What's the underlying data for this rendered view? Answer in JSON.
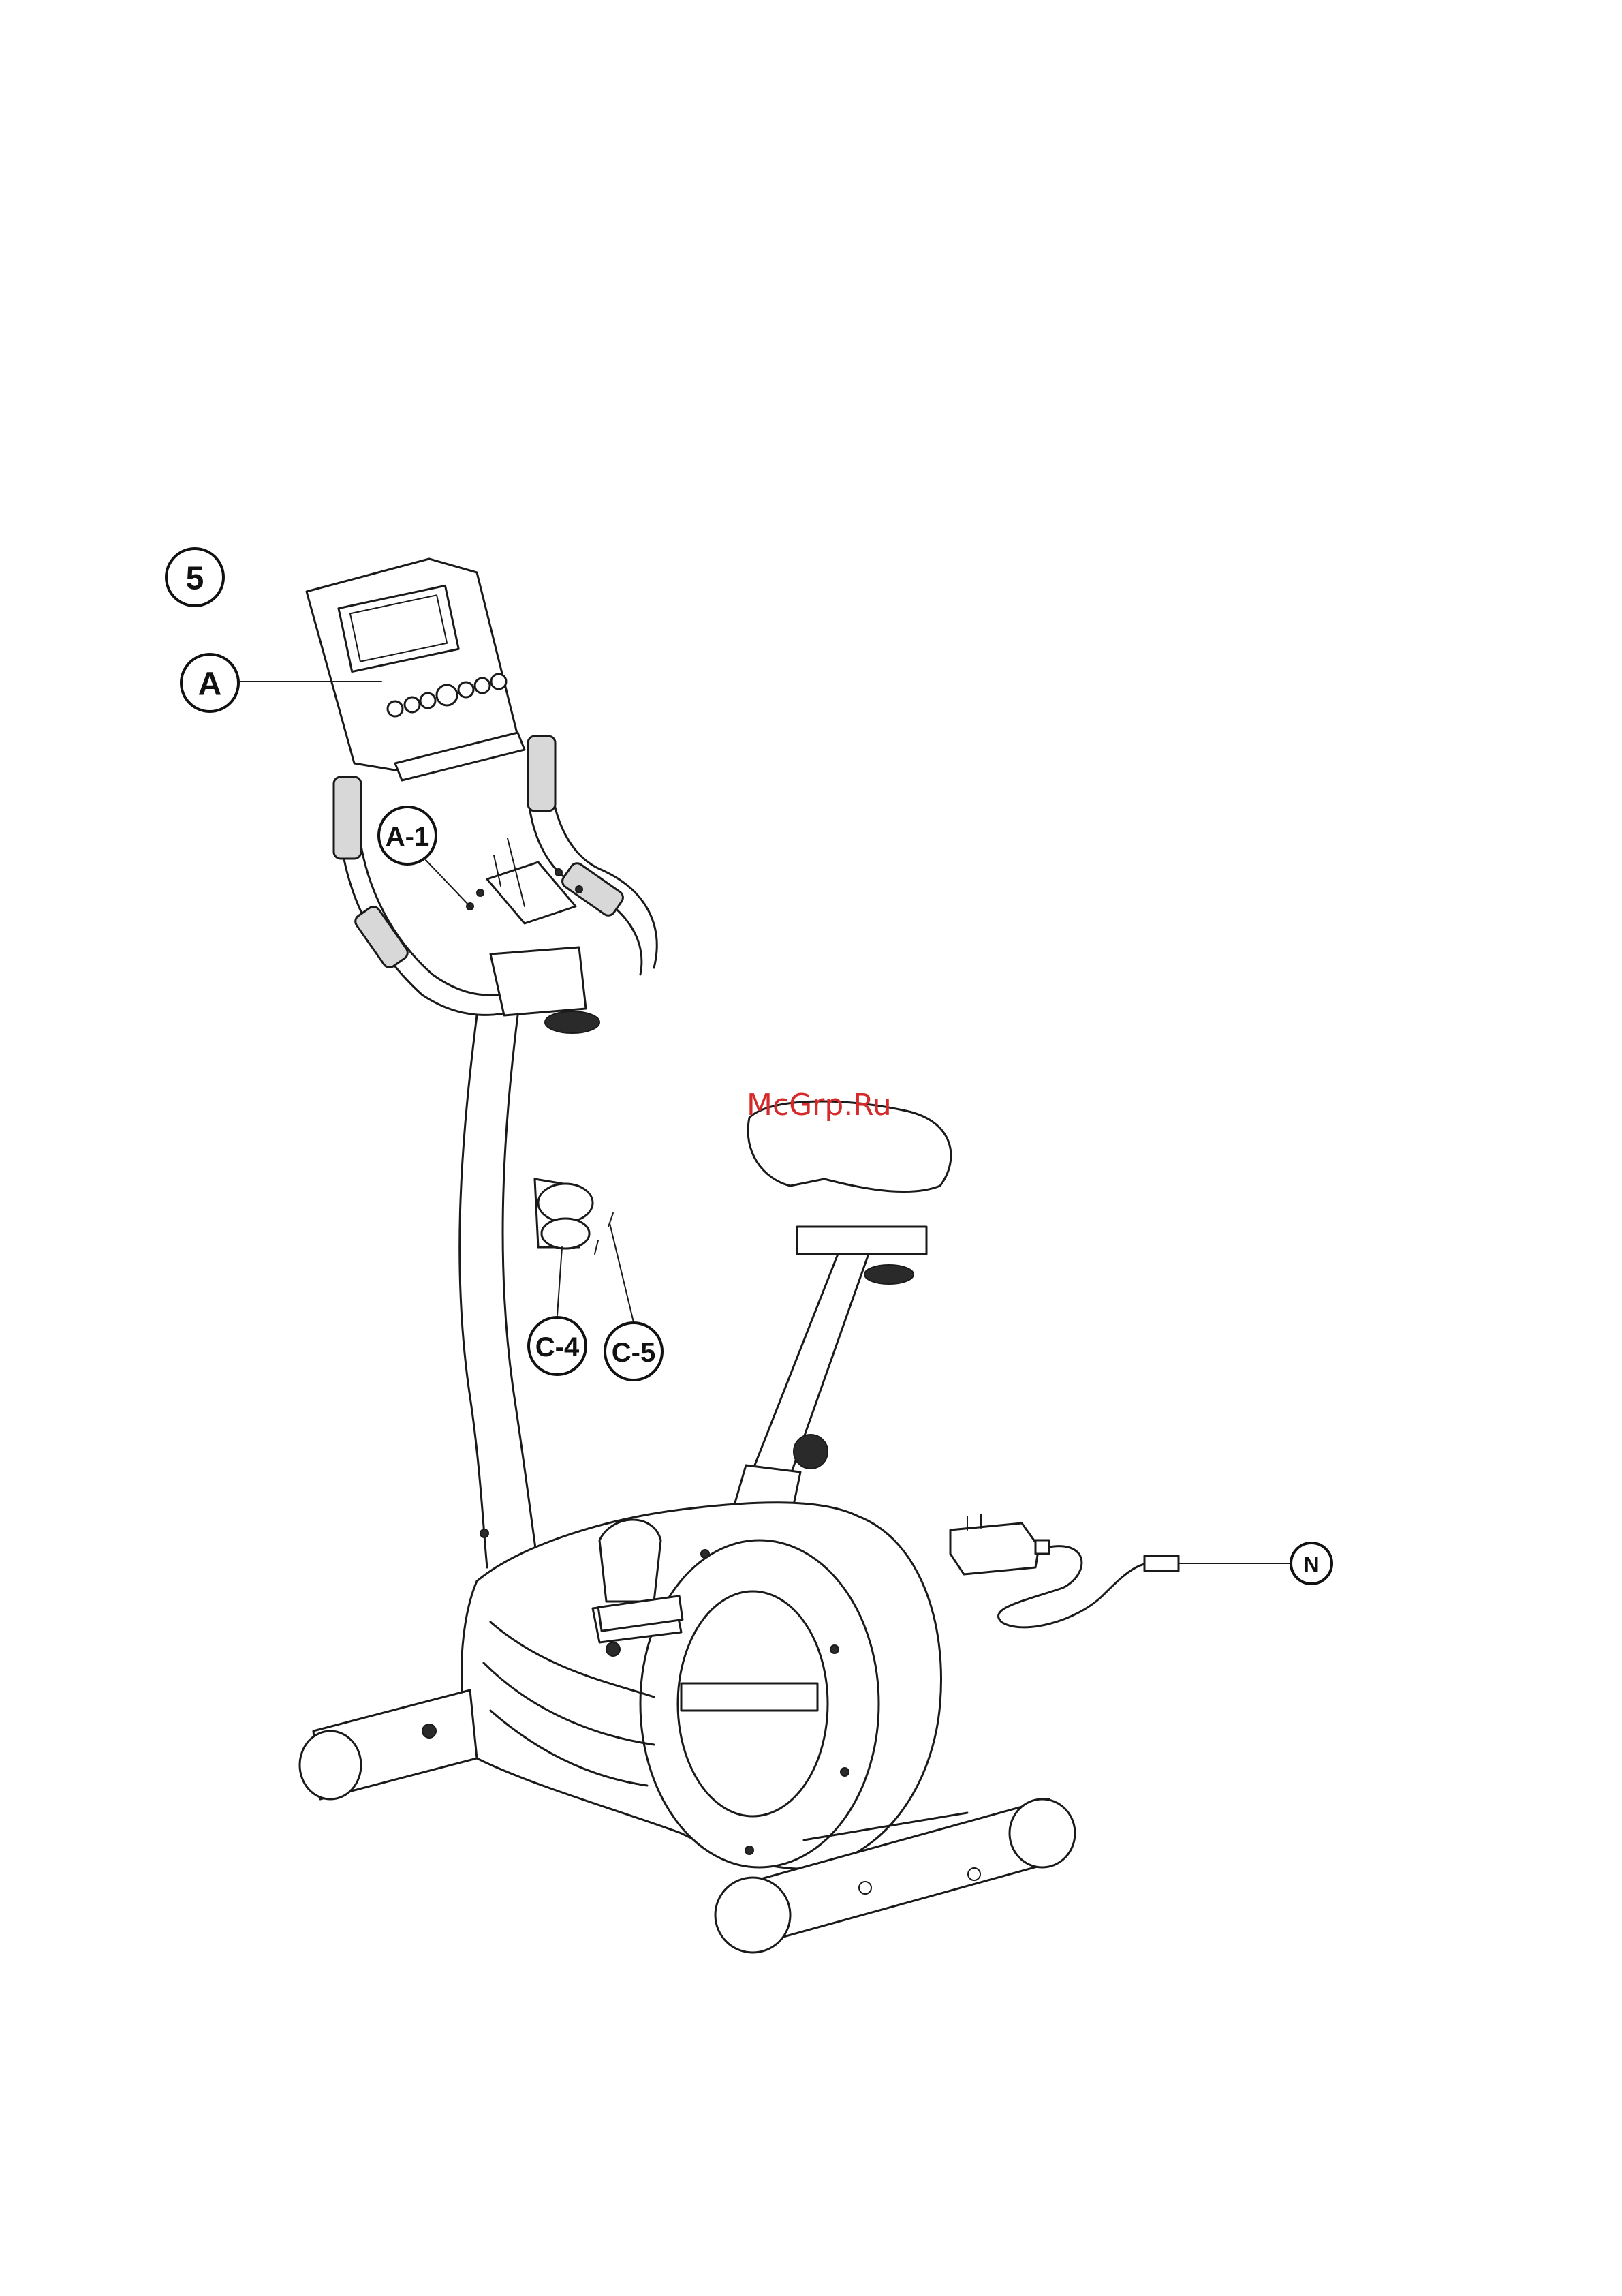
{
  "step": {
    "number": "5"
  },
  "callouts": {
    "a": "A",
    "a1": "A-1",
    "c4": "C-4",
    "c5": "C-5",
    "n": "N"
  },
  "watermark": "McGrp.Ru",
  "colors": {
    "line": "#1a1a1a",
    "watermark": "#d42a2a",
    "background": "#ffffff"
  }
}
